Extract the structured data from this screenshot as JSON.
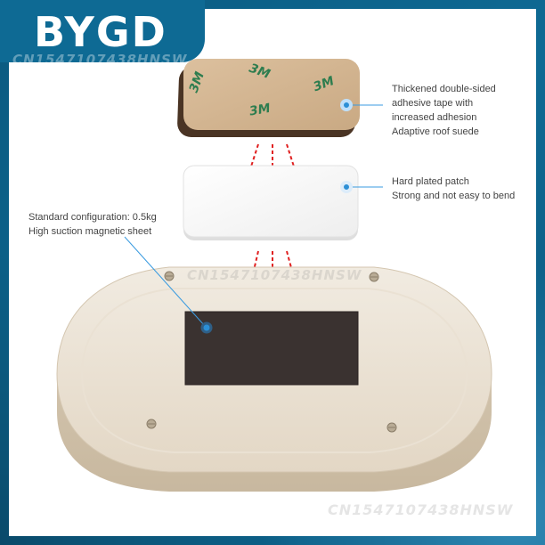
{
  "brand": {
    "name": "BYGD"
  },
  "watermark": {
    "text": "CN1547107438HNSW"
  },
  "callouts": {
    "tape": {
      "lines": [
        "Thickened double-sided",
        "adhesive tape with",
        "increased adhesion",
        "Adaptive roof suede"
      ]
    },
    "patch": {
      "lines": [
        "Hard plated patch",
        "Strong and not easy to bend"
      ]
    },
    "magnet": {
      "lines": [
        "Standard configuration: 0.5kg",
        "High suction magnetic sheet"
      ]
    }
  },
  "tape_print": {
    "logo_text": "3M"
  },
  "colors": {
    "frame": "#0e6a94",
    "tape": "#d3b592",
    "tape_logo": "#2e7d4f",
    "patch": "#f7f7f7",
    "base": "#e7dccb",
    "magnet": "#3a3230",
    "arrow": "#e02020",
    "callout_dot": "#2b8fd6"
  },
  "icons": [
    "screw-icon",
    "arrow-down-icon",
    "callout-dot-icon"
  ]
}
